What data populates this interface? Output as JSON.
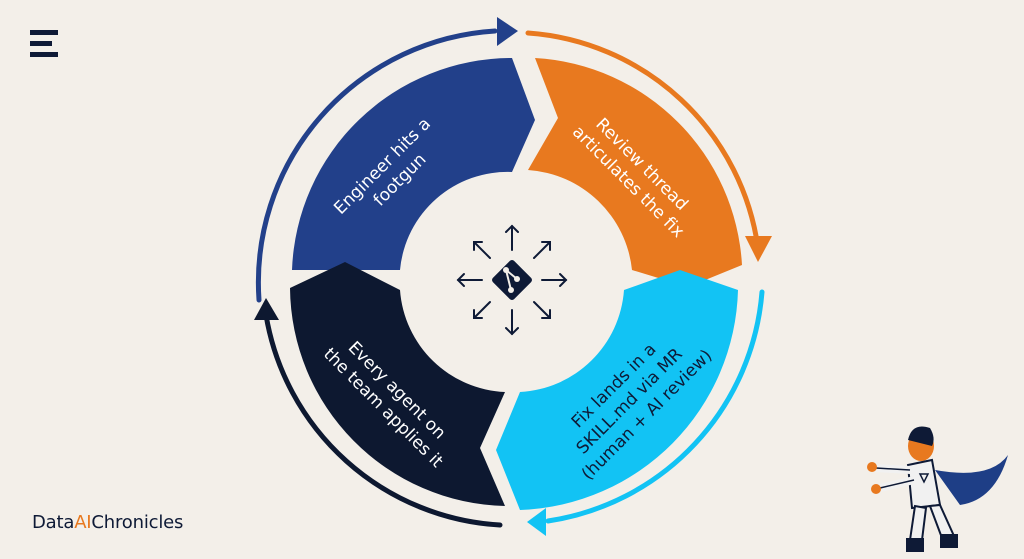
{
  "brand": {
    "part1": "Data",
    "part2": "AI",
    "part3": "Chronicles"
  },
  "colors": {
    "background": "#f3efe9",
    "navy": "#22408a",
    "orange": "#e8791f",
    "cyan": "#12c3f4",
    "dark": "#0d1830"
  },
  "icons": {
    "menu": "menu-icon",
    "center": "git-branch-icon",
    "mascot": "superhero-mascot"
  },
  "cycle": [
    {
      "id": "footgun",
      "lines": [
        "Engineer hits a",
        "footgun"
      ],
      "color": "#22408a"
    },
    {
      "id": "review",
      "lines": [
        "Review thread",
        "articulates the fix"
      ],
      "color": "#e8791f"
    },
    {
      "id": "skill",
      "lines": [
        "Fix lands in a",
        "SKILL.md via MR",
        "(human + AI review)"
      ],
      "color": "#12c3f4"
    },
    {
      "id": "apply",
      "lines": [
        "Every agent on",
        "the team applies it"
      ],
      "color": "#0d1830"
    }
  ]
}
